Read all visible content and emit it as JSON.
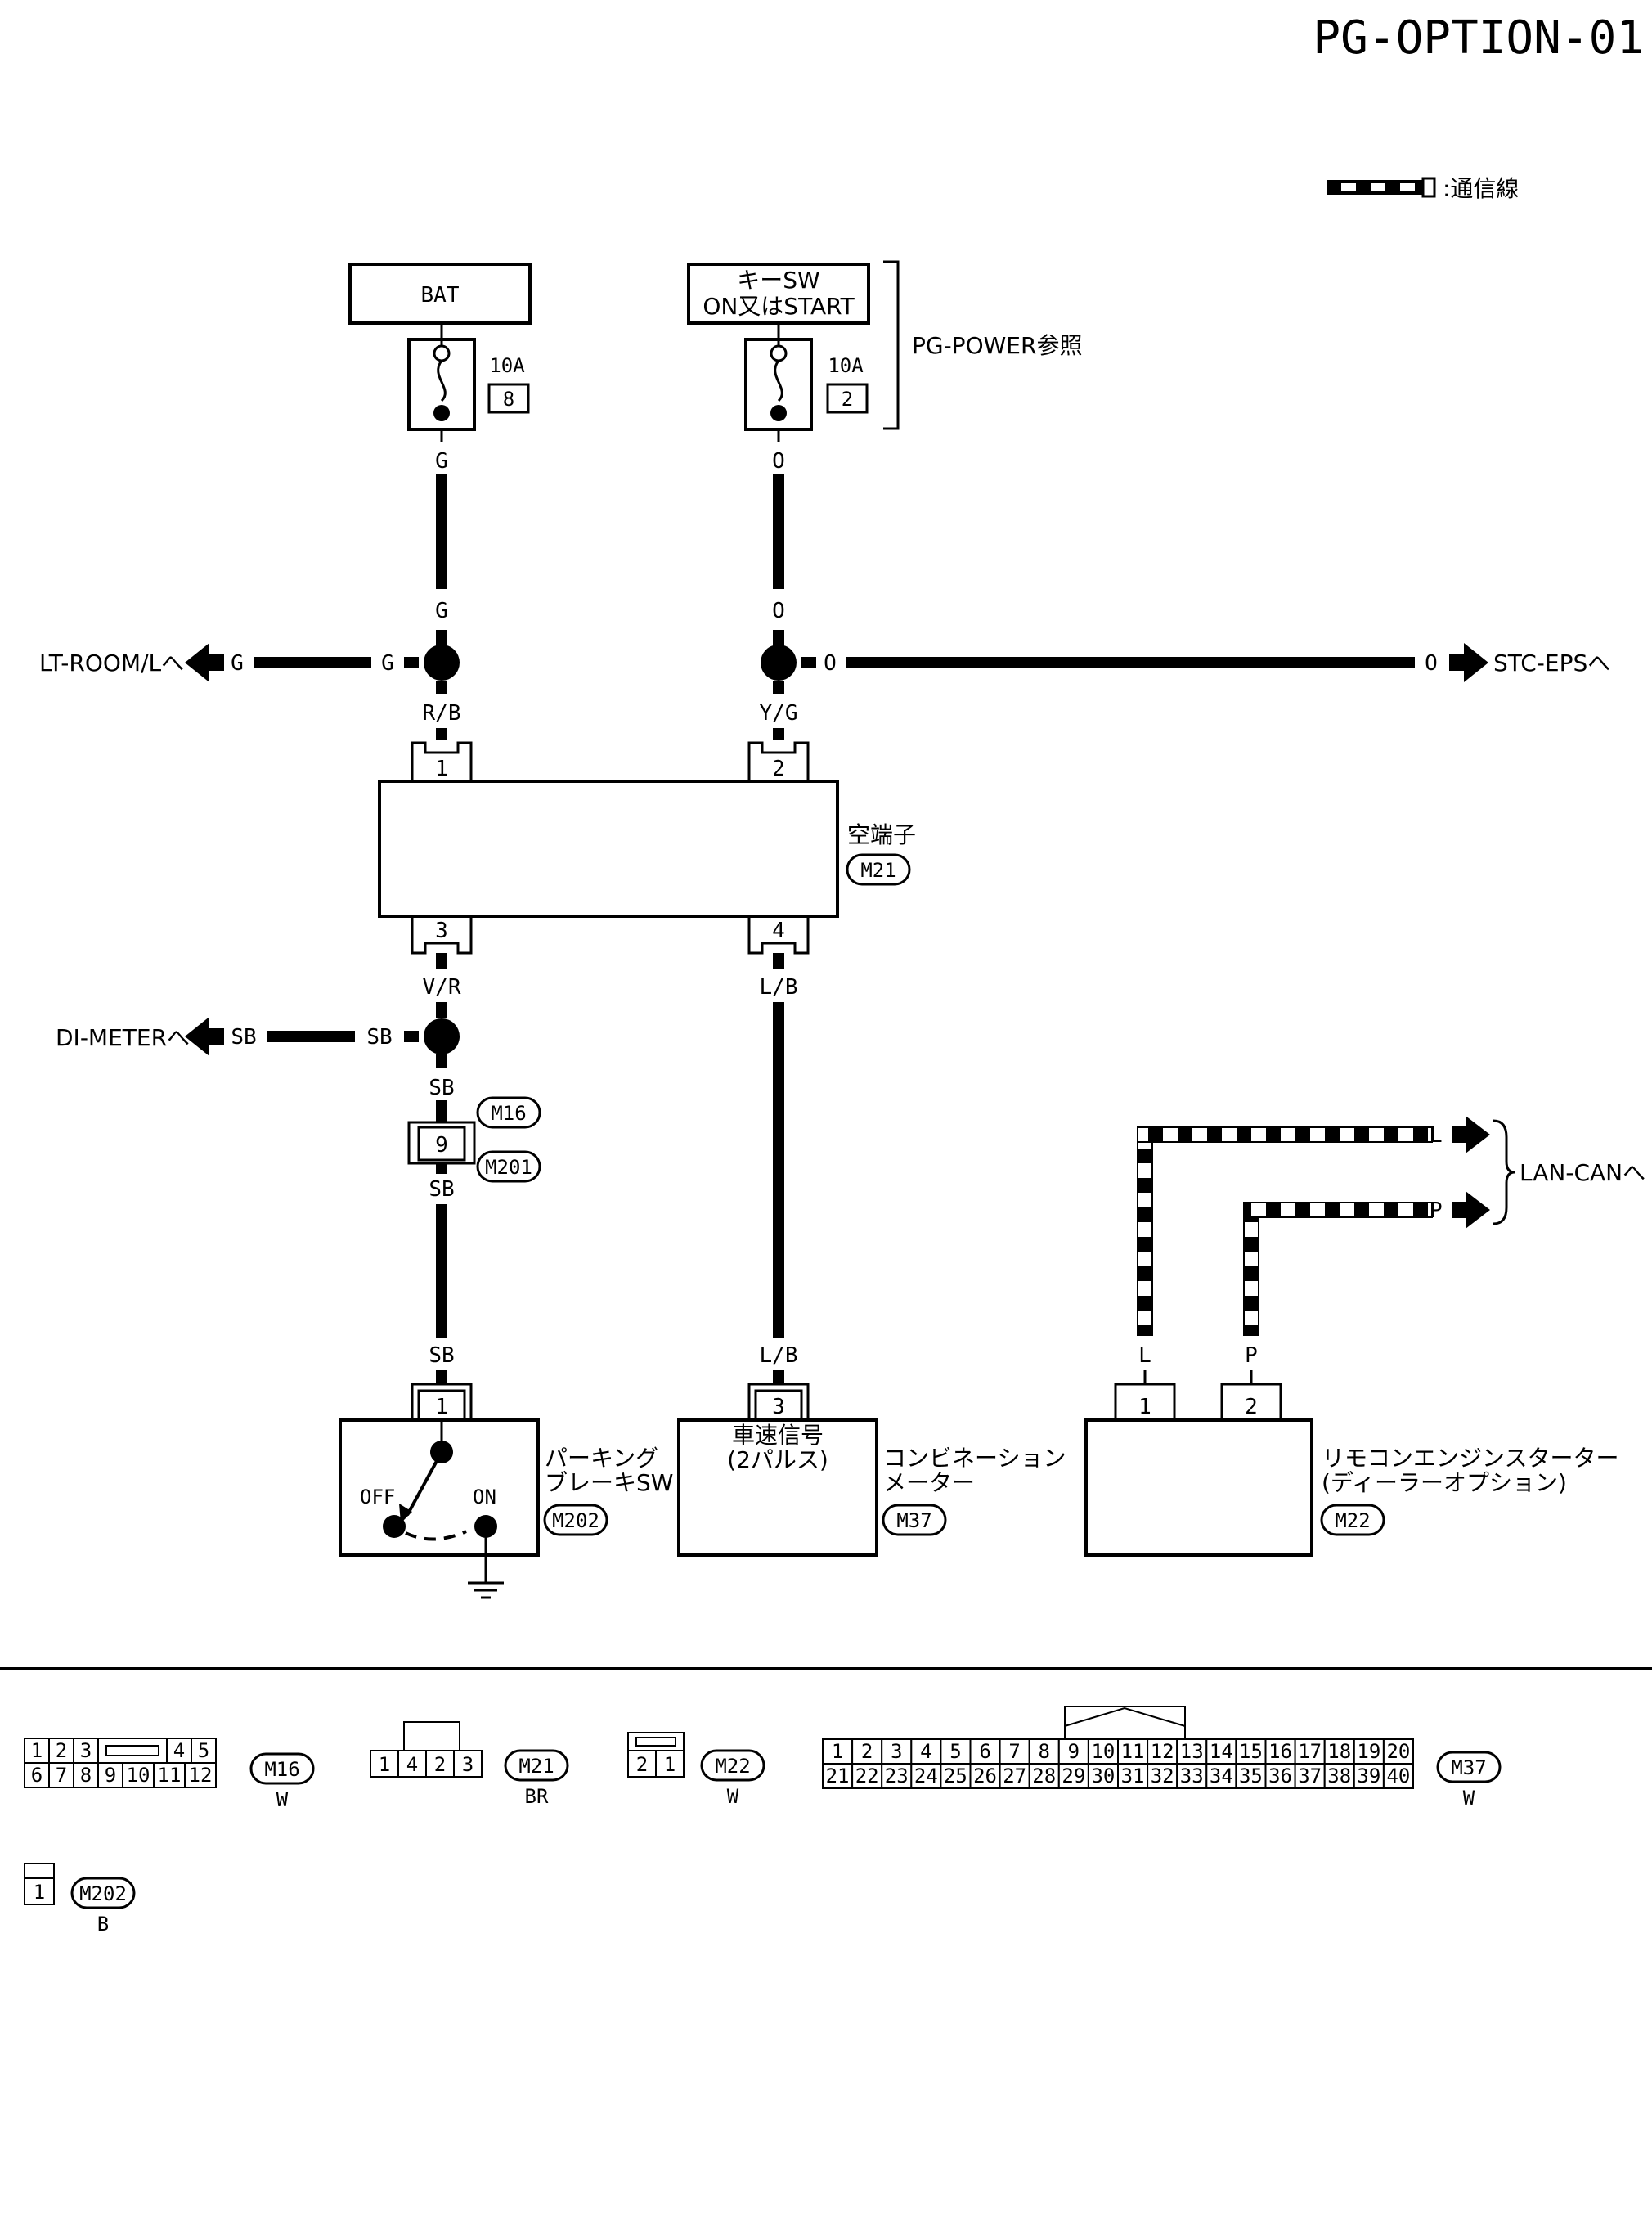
{
  "page": {
    "title": "PG-OPTION-01"
  },
  "legend": {
    "label": ":通信線"
  },
  "sources": {
    "bat": {
      "label": "BAT",
      "fuse": "10A",
      "fuse_no": "8",
      "wire": "G"
    },
    "key": {
      "label_line1": "キーSW",
      "label_line2": "ON又はSTART",
      "fuse": "10A",
      "fuse_no": "2",
      "wire": "O"
    },
    "ref": "PG-POWER参照"
  },
  "branches": {
    "left_top": {
      "dest": "LT-ROOM/Lへ",
      "wire_outer": "G",
      "wire_inner": "G",
      "above": "G",
      "below": "R/B"
    },
    "right_top": {
      "dest": "STC-EPSへ",
      "wire_inner": "O",
      "wire_outer": "O",
      "above": "O",
      "below": "Y/G"
    },
    "left_mid": {
      "dest": "DI-METERへ",
      "wire_outer": "SB",
      "wire_inner": "SB",
      "above": "V/R",
      "below": "SB"
    }
  },
  "relay": {
    "name": "空端子",
    "conn": "M21",
    "pins": {
      "p1": "1",
      "p2": "2",
      "p3": "3",
      "p4": "4"
    },
    "wire_p4": "L/B"
  },
  "junction": {
    "pin": "9",
    "conn_top": "M16",
    "conn_bottom": "M201",
    "wire_below": "SB"
  },
  "parking": {
    "name_line1": "パーキング",
    "name_line2": "ブレーキSW",
    "conn": "M202",
    "pin": "1",
    "wire": "SB",
    "off": "OFF",
    "on": "ON"
  },
  "meter": {
    "inner_line1": "車速信号",
    "inner_line2": "(2パルス)",
    "name_line1": "コンビネーション",
    "name_line2": "メーター",
    "conn": "M37",
    "pin": "3",
    "wire": "L/B"
  },
  "starter": {
    "name_line1": "リモコンエンジンスターター",
    "name_line2": "(ディーラーオプション)",
    "conn": "M22",
    "pin1": "1",
    "pin2": "2",
    "wire1": "L",
    "wire2": "P"
  },
  "lan": {
    "dest": "LAN-CANへ",
    "l": "L",
    "p": "P"
  },
  "connectors": {
    "m16": {
      "name": "M16",
      "color": "W",
      "row1": [
        "1",
        "2",
        "3",
        "",
        "4",
        "5"
      ],
      "row2": [
        "6",
        "7",
        "8",
        "9",
        "10",
        "11",
        "12"
      ]
    },
    "m21": {
      "name": "M21",
      "color": "BR",
      "pins": [
        "1",
        "4",
        "2",
        "3"
      ]
    },
    "m22": {
      "name": "M22",
      "color": "W",
      "pins": [
        "2",
        "1"
      ]
    },
    "m37": {
      "name": "M37",
      "color": "W",
      "row1": [
        "1",
        "2",
        "3",
        "4",
        "5",
        "6",
        "7",
        "8",
        "9",
        "10",
        "11",
        "12",
        "13",
        "14",
        "15",
        "16",
        "17",
        "18",
        "19",
        "20"
      ],
      "row2": [
        "21",
        "22",
        "23",
        "24",
        "25",
        "26",
        "27",
        "28",
        "29",
        "30",
        "31",
        "32",
        "33",
        "34",
        "35",
        "36",
        "37",
        "38",
        "39",
        "40"
      ]
    },
    "m202": {
      "name": "M202",
      "color": "B",
      "pins": [
        "1"
      ]
    }
  }
}
